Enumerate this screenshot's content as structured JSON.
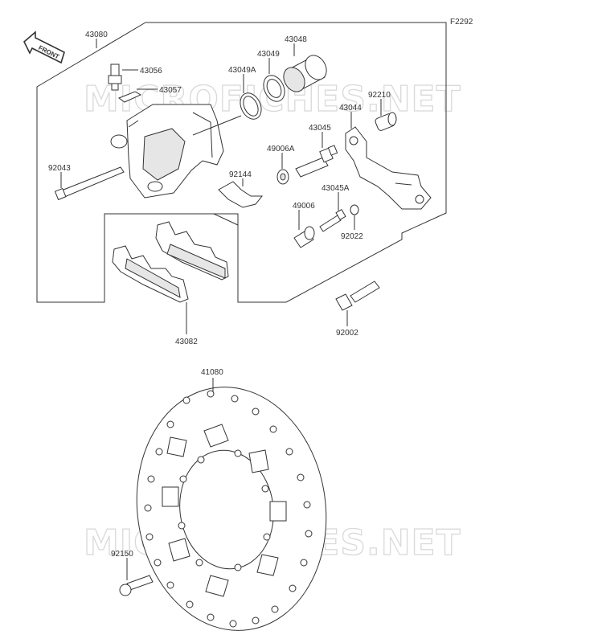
{
  "figure_code": "F2292",
  "front_label": "FRONT",
  "watermark": "MICROFICHES.NET",
  "callouts": {
    "c43080": "43080",
    "c43056": "43056",
    "c43057": "43057",
    "c92043": "92043",
    "c43049A": "43049A",
    "c43049": "43049",
    "c43048": "43048",
    "c92210": "92210",
    "c43044": "43044",
    "c43045": "43045",
    "c49006A": "49006A",
    "c92144": "92144",
    "c43045A": "43045A",
    "c49006": "49006",
    "c92022": "92022",
    "c92002": "92002",
    "c43082": "43082",
    "c41080": "41080",
    "c92150": "92150"
  }
}
